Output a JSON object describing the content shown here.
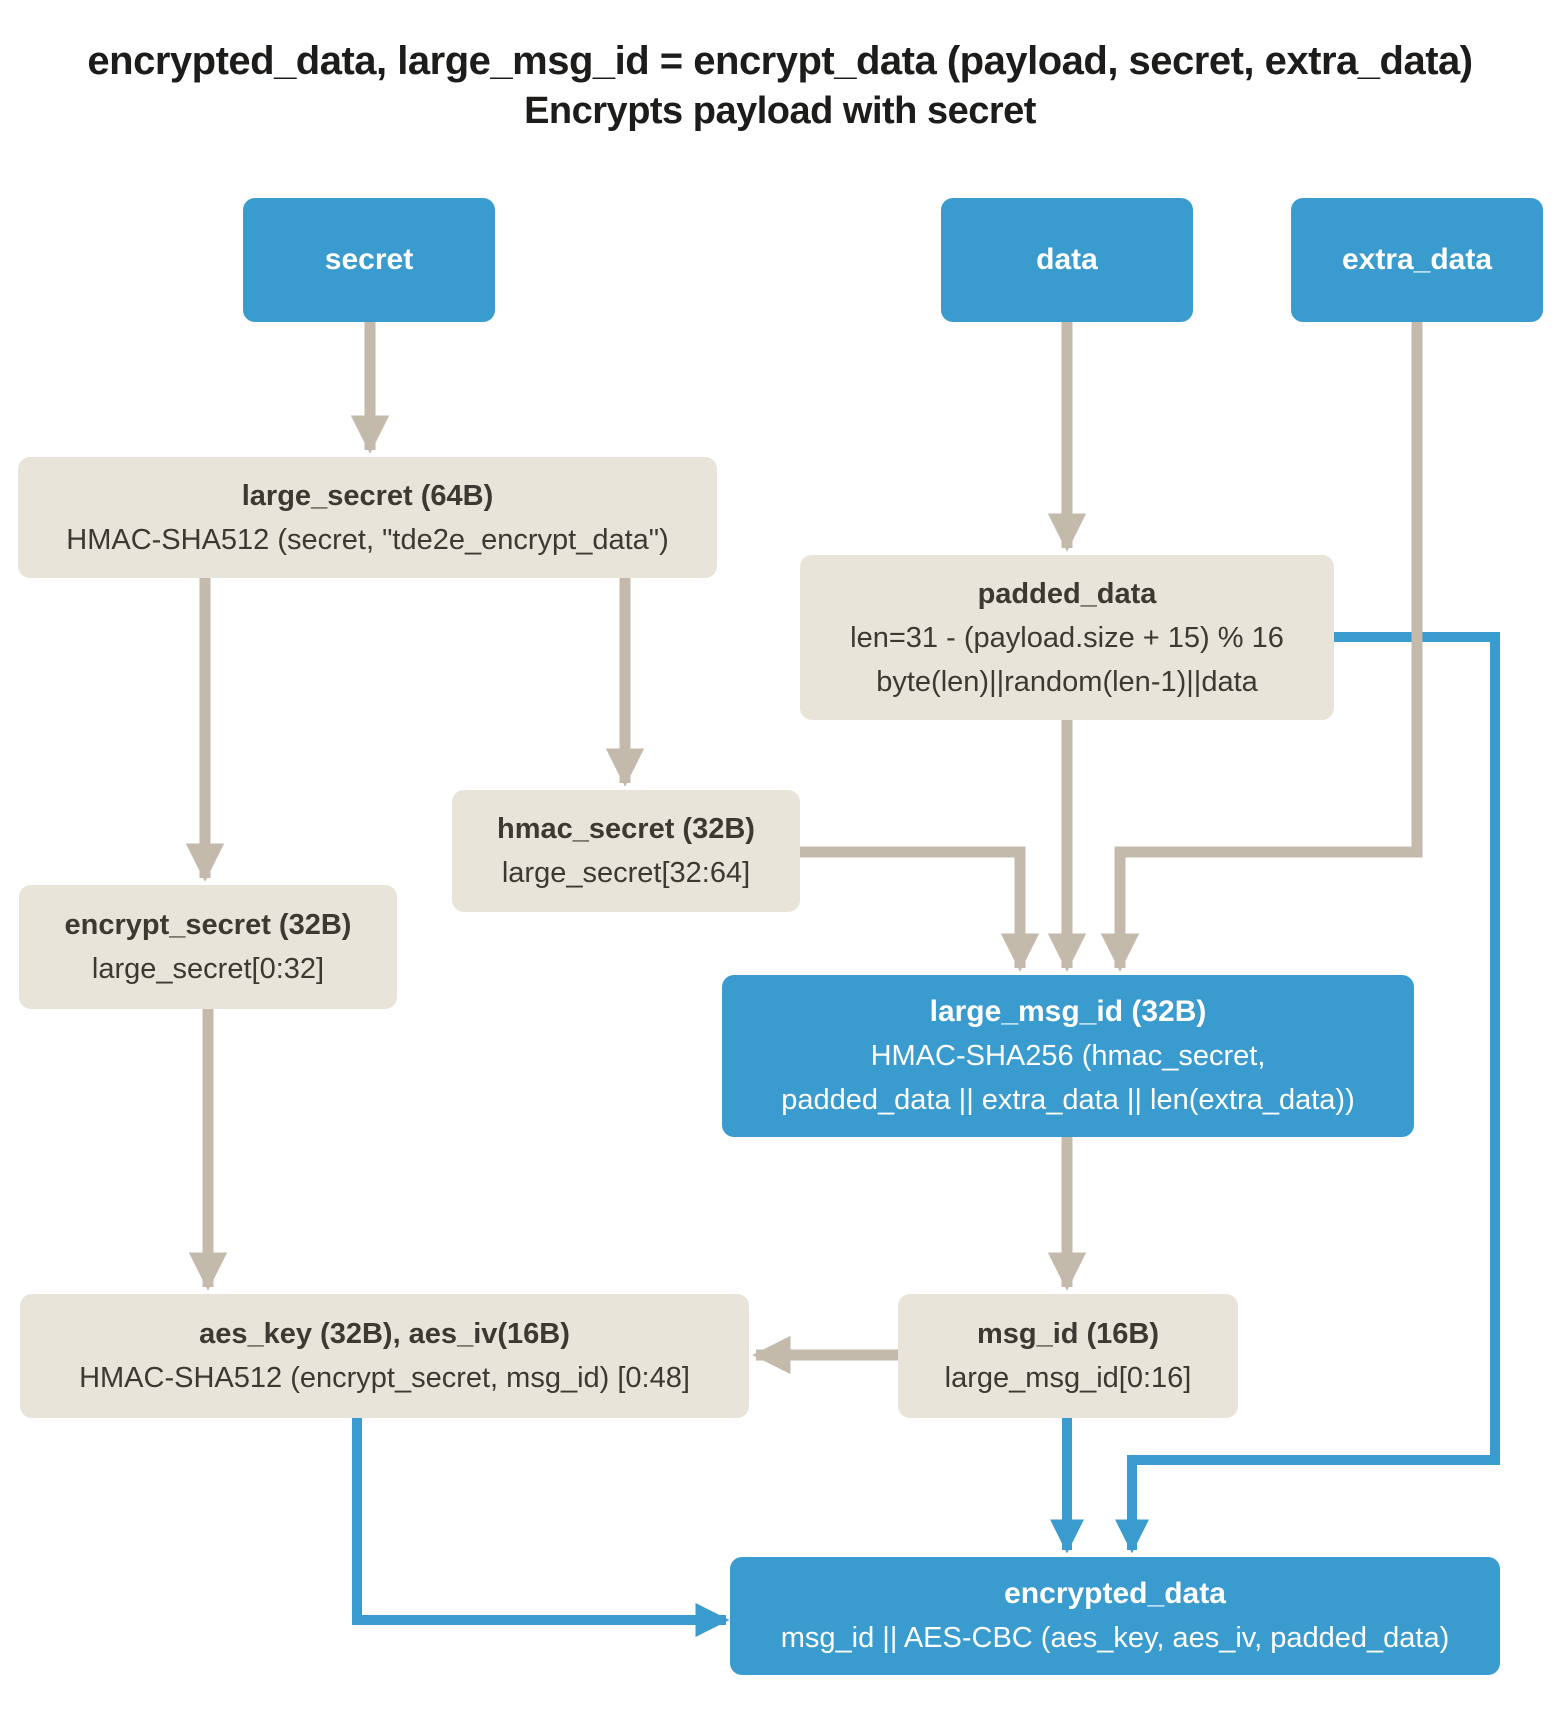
{
  "title": {
    "line1": "encrypted_data, large_msg_id = encrypt_data (payload, secret, extra_data)",
    "line2": "Encrypts payload with secret"
  },
  "colors": {
    "node_blue": "#3A9BCE",
    "node_beige": "#E9E4D9",
    "arrow_gray": "#C3BAAC",
    "arrow_blue": "#3A9BCE",
    "text_dark": "#3C3933",
    "text_light": "#FFFFFF",
    "background": "#FFFFFF"
  },
  "nodes": {
    "secret": {
      "title": "secret"
    },
    "data": {
      "title": "data"
    },
    "extra_data": {
      "title": "extra_data"
    },
    "large_secret": {
      "title": "large_secret (64B)",
      "body": "HMAC-SHA512 (secret, \"tde2e_encrypt_data\")"
    },
    "padded_data": {
      "title": "padded_data",
      "body": "len=31 - (payload.size + 15) % 16",
      "body2": "byte(len)||random(len-1)||data"
    },
    "hmac_secret": {
      "title": "hmac_secret (32B)",
      "body": "large_secret[32:64]"
    },
    "encrypt_secret": {
      "title": "encrypt_secret (32B)",
      "body": "large_secret[0:32]"
    },
    "large_msg_id": {
      "title": "large_msg_id (32B)",
      "body": "HMAC-SHA256 (hmac_secret,",
      "body2": "padded_data || extra_data || len(extra_data))"
    },
    "aes_key": {
      "title": "aes_key (32B), aes_iv(16B)",
      "body": "HMAC-SHA512 (encrypt_secret, msg_id) [0:48]"
    },
    "msg_id": {
      "title": "msg_id (16B)",
      "body": "large_msg_id[0:16]"
    },
    "encrypted_data": {
      "title": "encrypted_data",
      "body": "msg_id || AES-CBC (aes_key, aes_iv, padded_data)"
    }
  }
}
